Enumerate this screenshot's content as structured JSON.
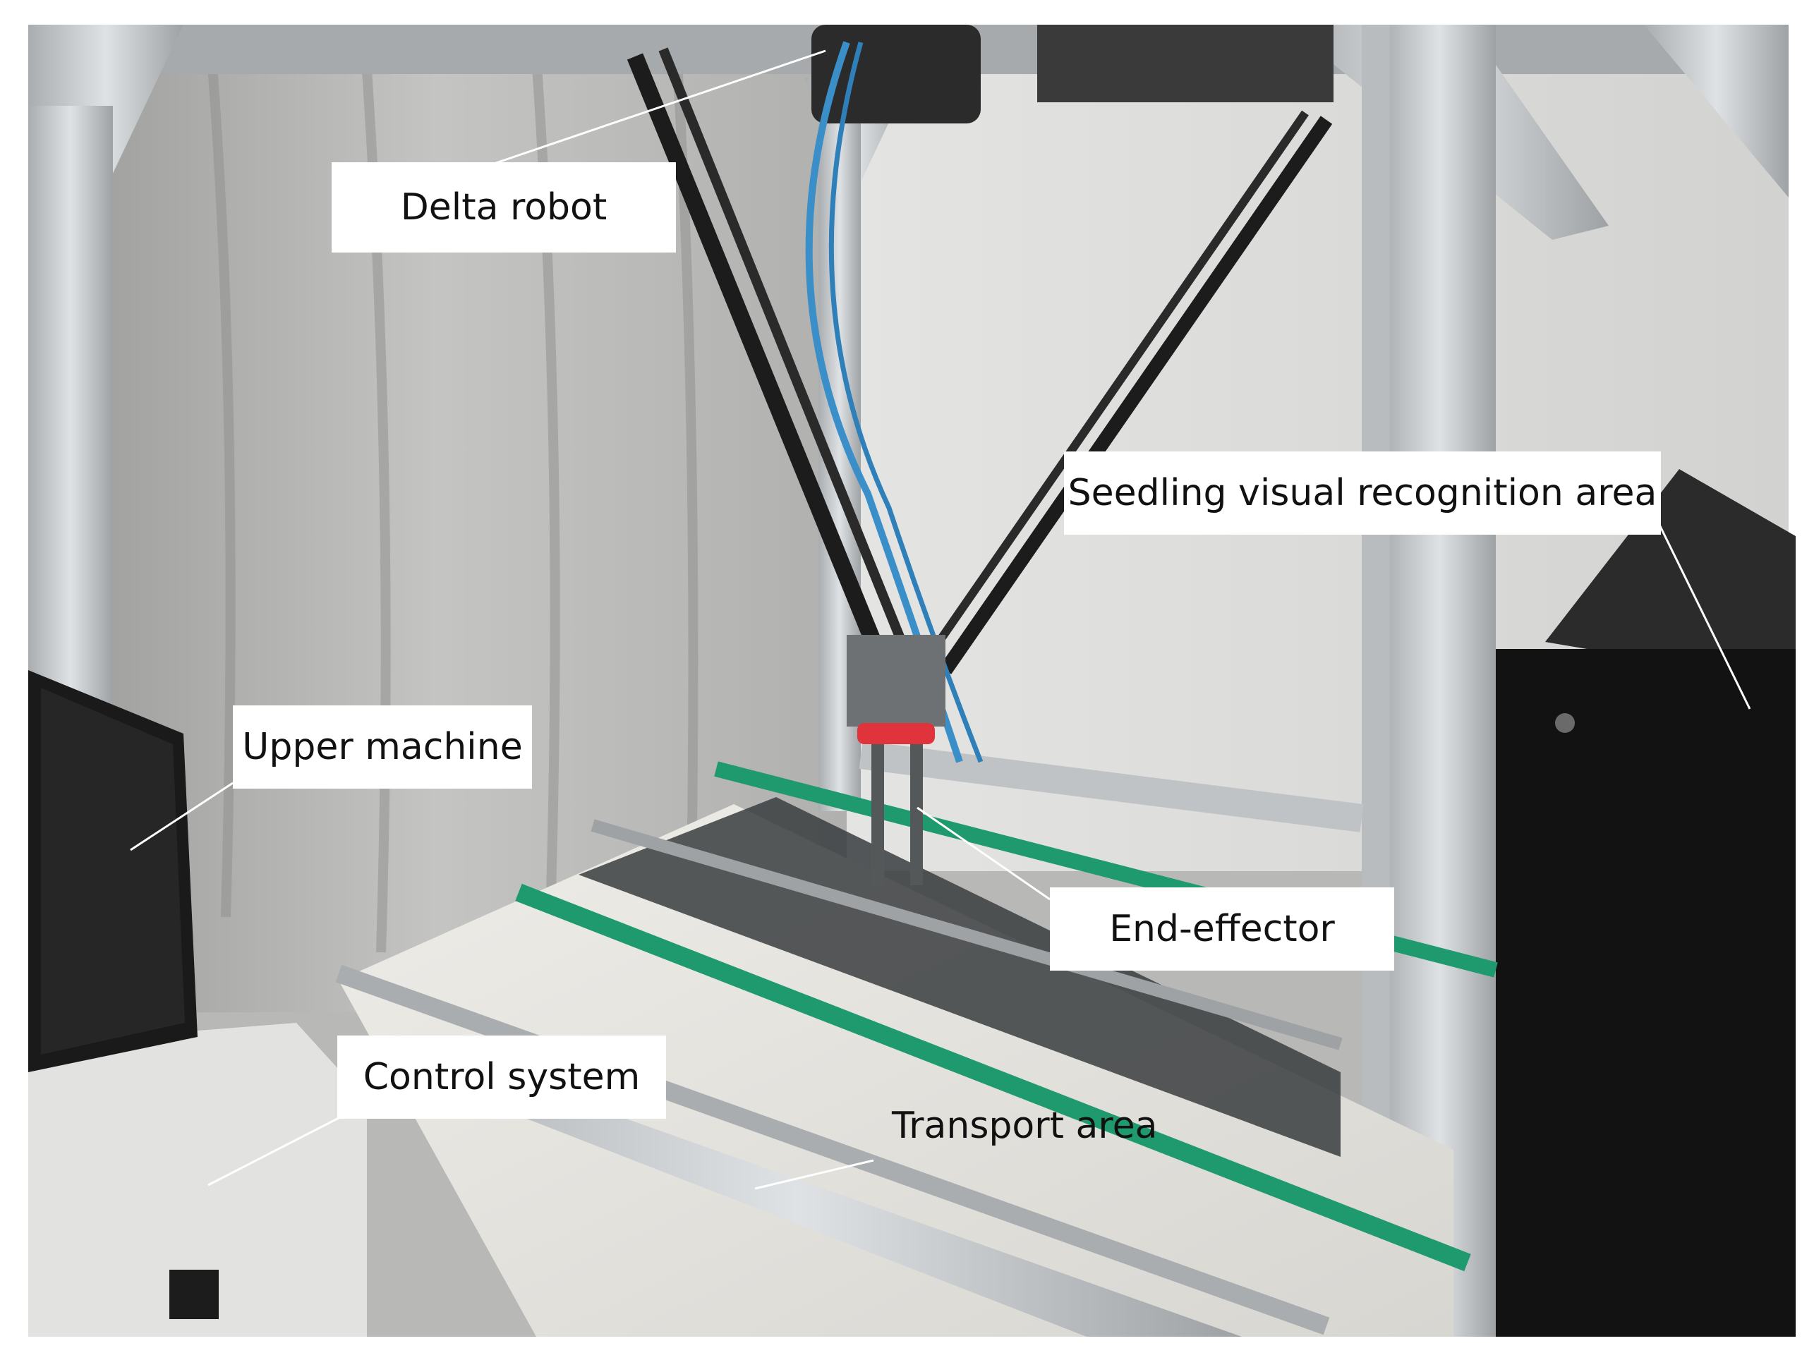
{
  "labels": {
    "delta_robot": "Delta robot",
    "seedling_area": "Seedling visual recognition area",
    "upper_machine": "Upper machine",
    "end_effector": "End-effector",
    "control_system": "Control system",
    "transport_area": "Transport area"
  },
  "colors": {
    "frame_aluminum": "#c9ccce",
    "curtain_gray": "#bfbfbd",
    "curtain_white": "#e9e9e7",
    "belt_white": "#e6e4df",
    "green_rail": "#1f9a6e",
    "cabinet_black": "#121212",
    "monitor_black": "#1a1a1a",
    "gripper_red": "#e0343c",
    "cable_blue": "#3b8fc8"
  }
}
